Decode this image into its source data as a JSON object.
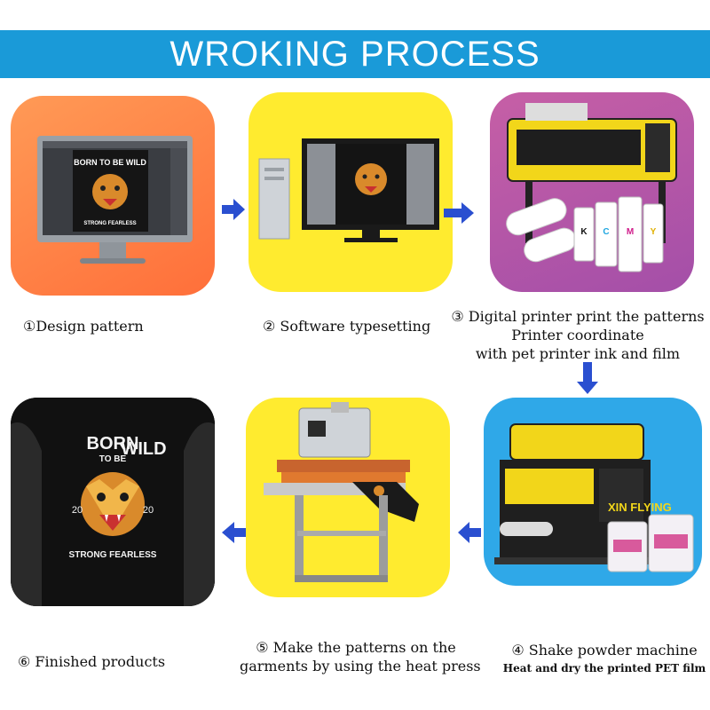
{
  "header": {
    "title": "WROKING PROCESS"
  },
  "steps": [
    {
      "label": "①Design pattern"
    },
    {
      "label": "② Software typesetting"
    },
    {
      "label_lines": [
        "③ Digital printer print the patterns",
        "Printer coordinate",
        "with pet printer  ink and film"
      ]
    },
    {
      "label": "④ Shake powder machine",
      "sublabel": "Heat and dry the printed PET film"
    },
    {
      "label_lines": [
        "⑤  Make the patterns on the",
        "garments by using the heat press"
      ]
    },
    {
      "label": "⑥  Finished products"
    }
  ],
  "artwork": {
    "design_top": "BORN TO BE WILD",
    "design_word_born": "BORN",
    "design_word_tobe": "TO BE",
    "design_word_wild": "WILD",
    "design_bottom": "STRONG FEARLESS",
    "design_year_left": "20",
    "design_year_right": "20",
    "ink_letters": [
      "K",
      "C",
      "M",
      "Y"
    ],
    "machine_brand": "XIN FLYING"
  },
  "colors": {
    "header": "#1a9ad8",
    "arrow": "#2a4fd0",
    "panel1": "#ff7f45",
    "panel2": "#ffeb2f",
    "panel3": "#b457a8",
    "panel4": "#2fa8e8",
    "panel5": "#ffeb2f"
  }
}
